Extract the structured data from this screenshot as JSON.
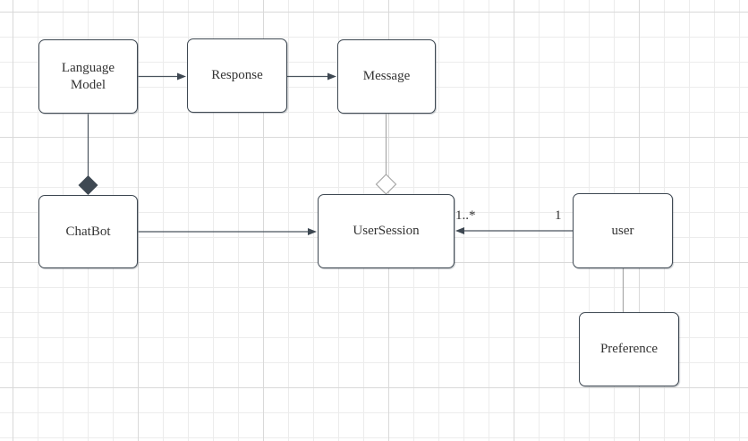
{
  "diagram": {
    "type": "uml-class-diagram",
    "nodes": [
      {
        "id": "language-model",
        "label": "Language Model"
      },
      {
        "id": "response",
        "label": "Response"
      },
      {
        "id": "message",
        "label": "Message"
      },
      {
        "id": "chatbot",
        "label": "ChatBot"
      },
      {
        "id": "user-session",
        "label": "UserSession"
      },
      {
        "id": "user",
        "label": "user"
      },
      {
        "id": "preference",
        "label": "Preference"
      }
    ],
    "edges": [
      {
        "from": "Language Model",
        "to": "Response",
        "type": "directed-association"
      },
      {
        "from": "Response",
        "to": "Message",
        "type": "directed-association"
      },
      {
        "from": "ChatBot",
        "to": "UserSession",
        "type": "directed-association"
      },
      {
        "from": "user",
        "to": "UserSession",
        "type": "directed-association",
        "source_multiplicity": "1",
        "target_multiplicity": "1..*"
      },
      {
        "from": "ChatBot",
        "to": "Language Model",
        "type": "composition-filled-diamond"
      },
      {
        "from": "UserSession",
        "to": "Message",
        "type": "aggregation-hollow-diamond"
      },
      {
        "from": "user",
        "to": "Preference",
        "type": "plain-line"
      }
    ],
    "colors": {
      "background": "#ffffff",
      "grid_minor": "#ececec",
      "grid_major": "#d9d9d9",
      "node_border": "#3e4852",
      "node_fill": "#ffffff",
      "text": "#333333",
      "connector_dark": "#4a545e",
      "connector_light": "#a8a8a8"
    }
  }
}
